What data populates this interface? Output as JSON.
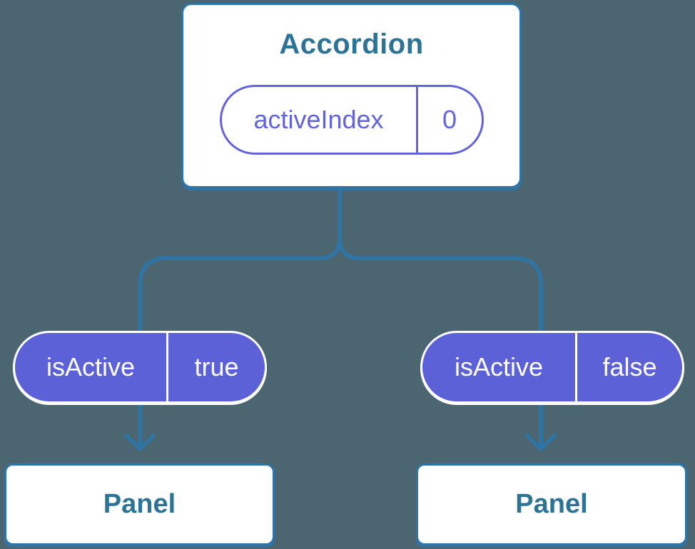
{
  "diagram": {
    "type": "component-tree",
    "colors": {
      "background": "#4c6671",
      "connector_line": "#2e75a6",
      "node_text": "#2d7396",
      "prop_pill_fill": "#5c61d8",
      "state_pill_outline": "#6164da",
      "node_fill": "#ffffff",
      "prop_pill_text": "#ffffff"
    },
    "root": {
      "title": "Accordion",
      "state": {
        "name": "activeIndex",
        "value": "0"
      }
    },
    "children": [
      {
        "prop": {
          "name": "isActive",
          "value": "true"
        },
        "node": {
          "title": "Panel"
        }
      },
      {
        "prop": {
          "name": "isActive",
          "value": "false"
        },
        "node": {
          "title": "Panel"
        }
      }
    ]
  }
}
